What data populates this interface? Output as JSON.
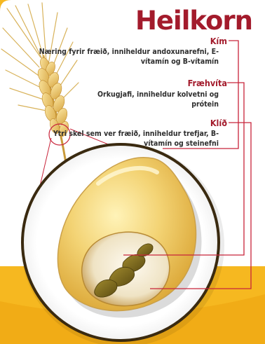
{
  "title": "Heilkorn",
  "parts": [
    {
      "id": "kim",
      "label": "Kím",
      "description": "Næring fyrir fræið, inniheldur andoxunarefni, E-vítamín og B-vítamín"
    },
    {
      "id": "fraehvita",
      "label": "Fræhvíta",
      "description": "Orkugjafi, inniheldur kolvetni og prótein"
    },
    {
      "id": "klid",
      "label": "Klíð",
      "description": "Ytri skel sem ver fræið, inniheldur trefjar, B-vítamín og steinefni"
    }
  ],
  "colors": {
    "title": "#a31b2c",
    "leader_line": "#c8243a",
    "background_bottom": "#f6b820",
    "kernel": "#f0cf6a",
    "germ": "#7a6a1e"
  }
}
